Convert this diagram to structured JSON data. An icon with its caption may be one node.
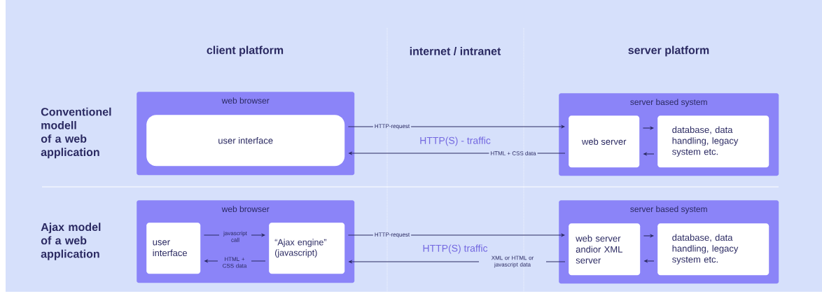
{
  "diagram": {
    "nodes": [
      {
        "text": [
          "web browser"
        ]
      },
      {
        "text": [
          "user interface"
        ],
        "in": 0
      },
      {
        "text": [
          "server based system"
        ]
      },
      {
        "text": [
          "web server"
        ],
        "in": 2
      },
      {
        "text": [
          "database, data handling, legacy system etc."
        ],
        "in": 2
      },
      {
        "text": [
          "web browser"
        ]
      },
      {
        "text": [
          "user interface"
        ],
        "in": 5
      },
      {
        "text": [
          "“Ajax engine” (javascript)"
        ],
        "in": 5
      },
      {
        "text": [
          "server based system"
        ]
      },
      {
        "text": [
          "web server andior XML server"
        ],
        "in": 8
      },
      {
        "text": [
          "database, data handling, legacy system etc."
        ],
        "in": 8
      }
    ],
    "edges": [
      {
        "from": 1,
        "to": 3,
        "arrow": "to",
        "label": "HTTP-request"
      },
      {
        "from": 3,
        "to": 1,
        "arrow": "to",
        "label": "HTML + CSS data"
      },
      {
        "from": 3,
        "to": 4,
        "arrow": "to"
      },
      {
        "from": 4,
        "to": 3,
        "arrow": "to"
      },
      {
        "from": 6,
        "to": 7,
        "arrow": "to",
        "label": "javascript call"
      },
      {
        "from": 7,
        "to": 6,
        "arrow": "to",
        "label": "HTML + CSS data"
      },
      {
        "from": 7,
        "to": 9,
        "arrow": "to",
        "label": "HTTP-request"
      },
      {
        "from": 9,
        "to": 7,
        "arrow": "to",
        "label": "XML or HTML or javascript data"
      },
      {
        "from": 9,
        "to": 10,
        "arrow": "to"
      },
      {
        "from": 10,
        "to": 9,
        "arrow": "to"
      }
    ],
    "labels": [
      "client platform",
      "internet / intranet",
      "server platform",
      "Conventionel modell of a web application",
      "HTTP(S) - traffic",
      "Ajax model of a web application",
      "HTTP(S) traffic"
    ]
  }
}
